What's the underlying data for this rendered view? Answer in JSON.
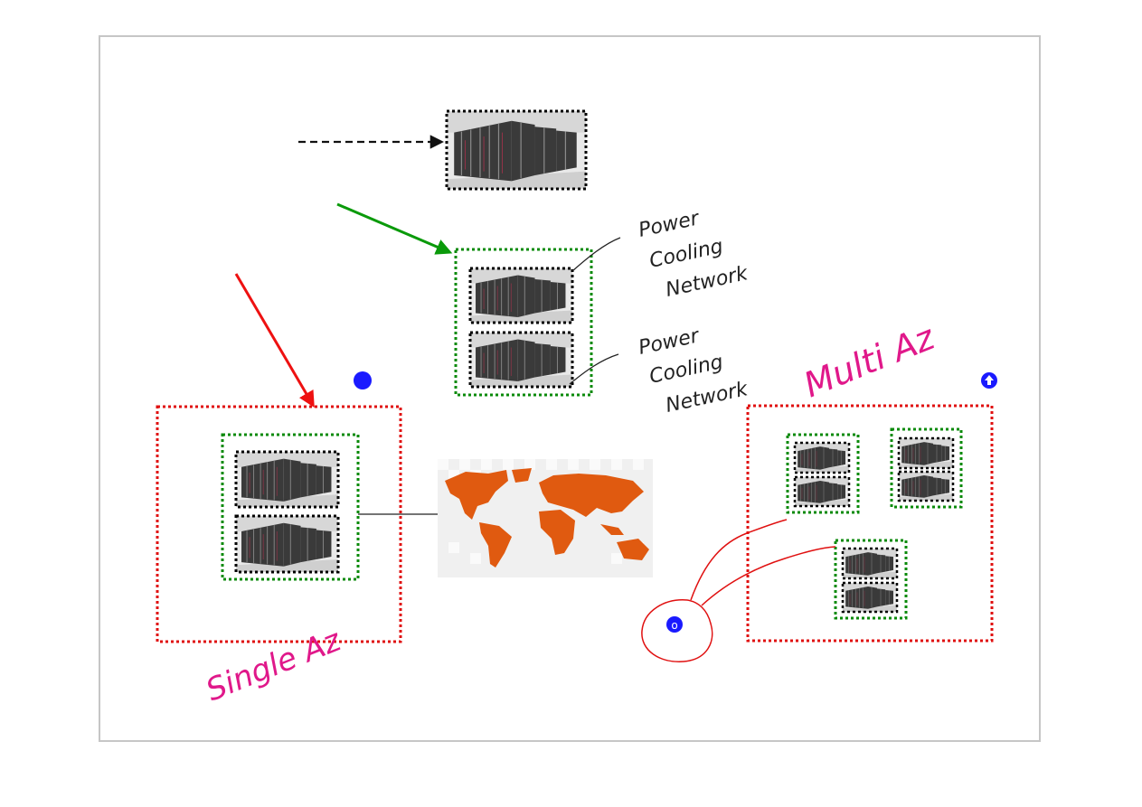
{
  "annotations": {
    "power_label": "Power",
    "cooling_label": "Cooling",
    "network_label": "Network",
    "single_az_label": "Single Az",
    "multi_az_label": "Multi Az",
    "marker_label": "o"
  },
  "colors": {
    "datacenter_border": "#000000",
    "az_border": "#0a8a0a",
    "region_border": "#e01010",
    "handwriting_pink": "#e0188a",
    "handwriting_dark": "#222222",
    "map_orange": "#e05a10",
    "dot_blue": "#1a1aff",
    "arrow_green": "#0a9a0a",
    "arrow_red": "#ee1111"
  },
  "icons": {
    "server_rack": "server-rack-photo",
    "world_map": "world-map-icon"
  }
}
